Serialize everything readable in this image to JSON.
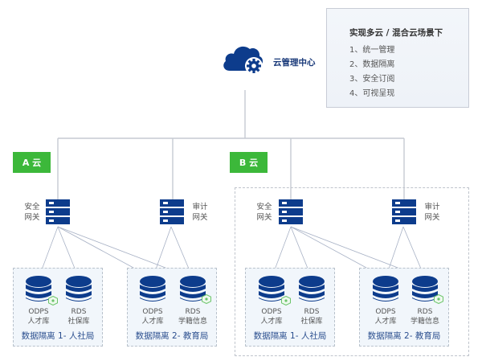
{
  "info_box": {
    "title": "实现多云 / 混合云场景下",
    "items": [
      "1、统一管理",
      "2、数据隔离",
      "3、安全订阅",
      "4、可视呈现"
    ]
  },
  "center": {
    "label": "云管理中心",
    "icon": "cloud-gear-icon"
  },
  "clouds": [
    {
      "badge": "A 云",
      "security_gateway": {
        "line1": "安全",
        "line2": "网关"
      },
      "audit_gateway": {
        "line1": "审计",
        "line2": "网关"
      },
      "zones": [
        {
          "title": "数据隔离 1- 人社局",
          "dbs": [
            {
              "name": "ODPS",
              "desc": "人才库",
              "secured": true
            },
            {
              "name": "RDS",
              "desc": "社保库",
              "secured": false
            }
          ]
        },
        {
          "title": "数据隔离 2- 教育局",
          "dbs": [
            {
              "name": "ODPS",
              "desc": "人才库",
              "secured": false
            },
            {
              "name": "RDS",
              "desc": "学籍信息",
              "secured": true
            }
          ]
        }
      ]
    },
    {
      "badge": "B 云",
      "security_gateway": {
        "line1": "安全",
        "line2": "网关"
      },
      "audit_gateway": {
        "line1": "审计",
        "line2": "网关"
      },
      "zones": [
        {
          "title": "数据隔离 1- 人社局",
          "dbs": [
            {
              "name": "ODPS",
              "desc": "人才库",
              "secured": true
            },
            {
              "name": "RDS",
              "desc": "社保库",
              "secured": false
            }
          ]
        },
        {
          "title": "数据隔离 2- 教育局",
          "dbs": [
            {
              "name": "ODPS",
              "desc": "人才库",
              "secured": false
            },
            {
              "name": "RDS",
              "desc": "学籍信息",
              "secured": true
            }
          ]
        }
      ]
    }
  ],
  "colors": {
    "primary": "#0d3c8c",
    "badge": "#3cb83a",
    "line": "#c3c7cf",
    "zone_title": "#2b4f8f"
  }
}
